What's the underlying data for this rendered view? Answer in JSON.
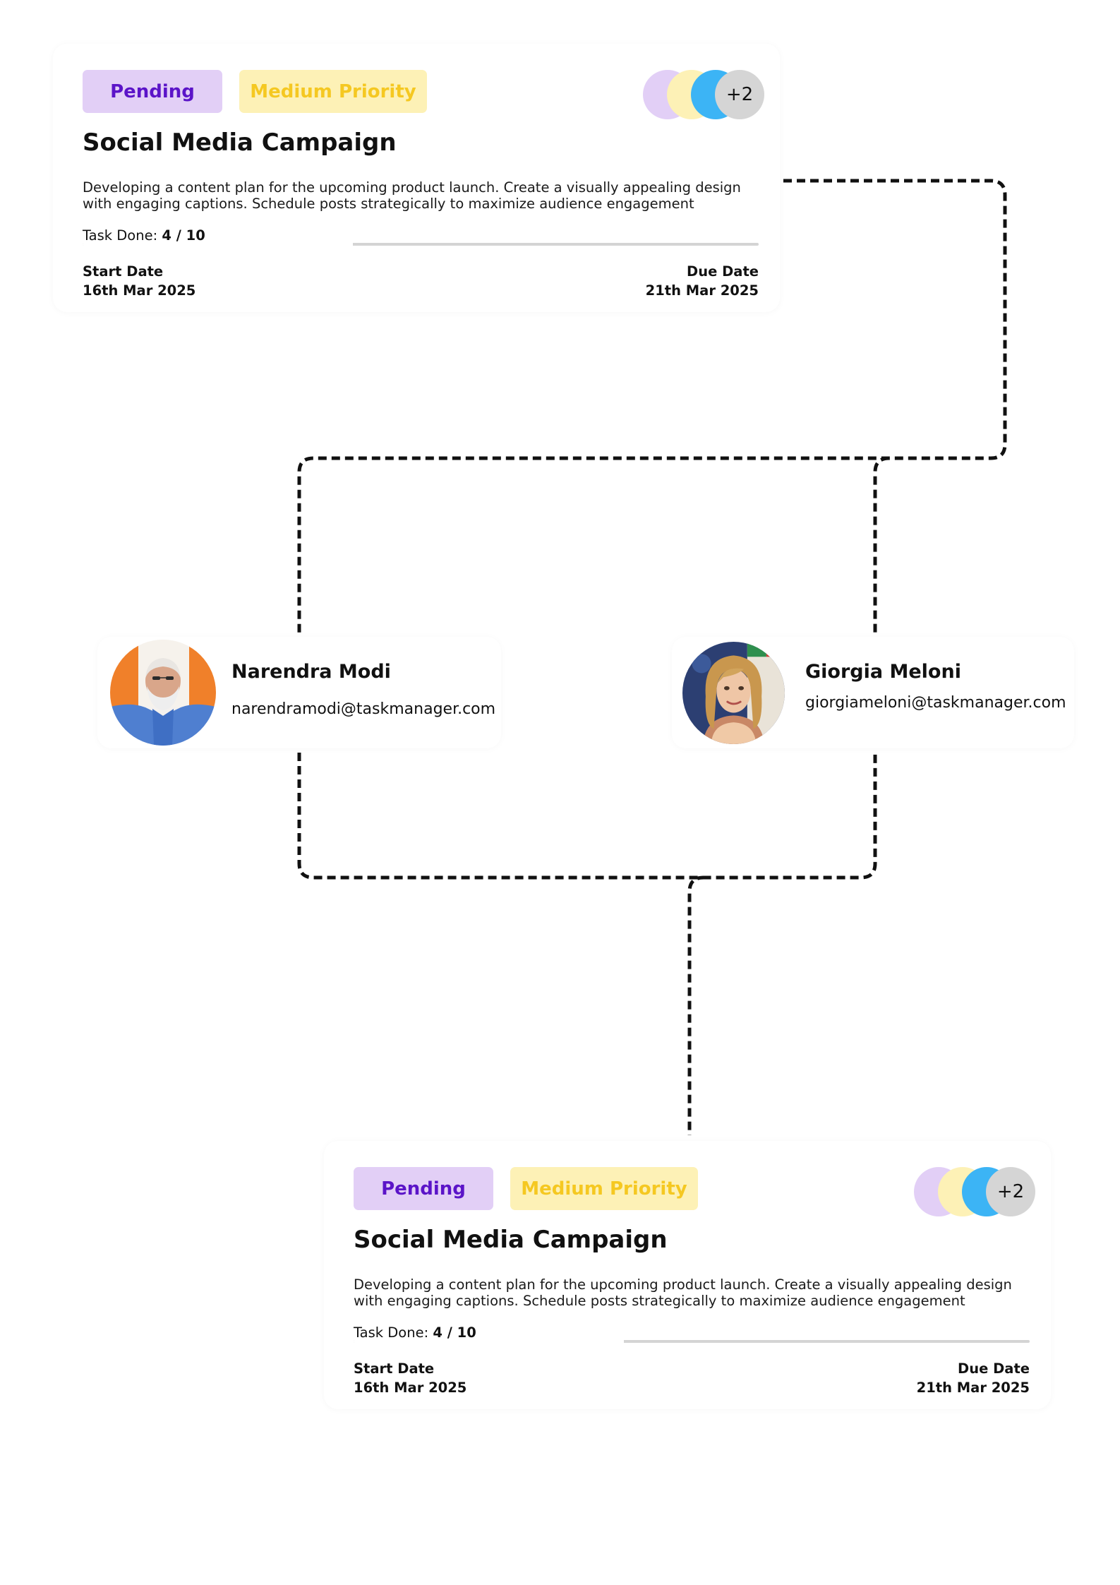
{
  "task_cards": [
    {
      "status": "Pending",
      "priority": "Medium Priority",
      "assignee_overflow": "+2",
      "title": "Social Media Campaign",
      "description": "Developing a content plan for the upcoming product launch. Create a visually appealing design with engaging captions. Schedule posts strategically to maximize audience engagement",
      "task_done_label": "Task Done: ",
      "task_done_value": "4 / 10",
      "progress_fraction": 0.4,
      "start_date_label": "Start Date",
      "start_date": "16th Mar 2025",
      "due_date_label": "Due Date",
      "due_date": "21th Mar 2025"
    },
    {
      "status": "Pending",
      "priority": "Medium Priority",
      "assignee_overflow": "+2",
      "title": "Social Media Campaign",
      "description": "Developing a content plan for the upcoming product launch. Create a visually appealing design with engaging captions. Schedule posts strategically to maximize audience engagement",
      "task_done_label": "Task Done: ",
      "task_done_value": "4 / 10",
      "progress_fraction": 0.4,
      "start_date_label": "Start Date",
      "start_date": "16th Mar 2025",
      "due_date_label": "Due Date",
      "due_date": "21th Mar 2025"
    }
  ],
  "people": [
    {
      "name": "Narendra Modi",
      "email": "narendramodi@taskmanager.com"
    },
    {
      "name": "Giorgia Meloni",
      "email": "giorgiameloni@taskmanager.com"
    }
  ],
  "colors": {
    "status_bg": "#e2cff6",
    "status_text": "#5b14c8",
    "priority_bg": "#fdf1b6",
    "priority_text": "#f5c821",
    "avatar_stack": [
      "#e2cff6",
      "#fdf1b6",
      "#3cb4f5",
      "#d5d5d5"
    ],
    "connector": "#111111"
  },
  "icons": {
    "person_1_avatar": "man-portrait",
    "person_2_avatar": "woman-portrait"
  }
}
